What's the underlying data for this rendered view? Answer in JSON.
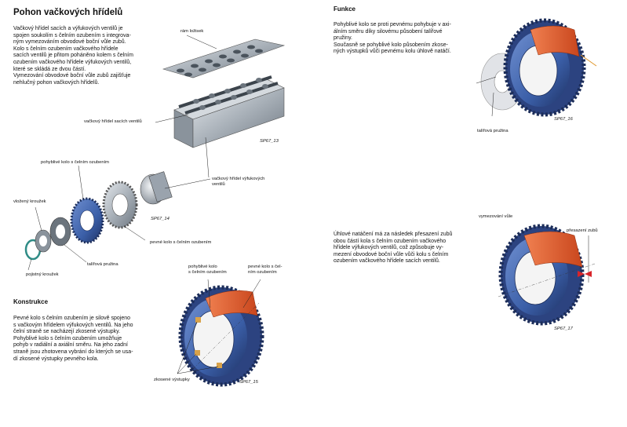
{
  "left": {
    "title": "Pohon vačkových hřídelů",
    "intro_lines": [
      "Vačkový hřídel sacích a výfukových ventilů je",
      "spojen soukolím s čelním ozubením s integrova-",
      "ným vymezováním obvodové boční vůle zubů.",
      "Kolo s čelním ozubením vačkového hřídele",
      "sacích ventilů je přitom poháněno kolem s čelním",
      "ozubením vačkového hřídele výfukových ventilů,",
      "které se skládá ze dvou částí.",
      "Vymezování obvodové boční vůle zubů zajišťuje",
      "nehlučný pohon vačkových hřídelů."
    ],
    "fig1": {
      "label_bearing_frame": "rám ložisek",
      "label_intake_camshaft": "vačkový hřídel sacích ventilů",
      "code": "SP67_13"
    },
    "fig2": {
      "label_movable_gear": "pohyblivé kolo s čelním ozubením",
      "label_exhaust_camshaft_1": "vačkový hřídel výfukových",
      "label_exhaust_camshaft_2": "ventilů",
      "label_insert_ring": "vložený kroužek",
      "label_fixed_gear": "pevné kolo s čelním ozubením",
      "label_disc_spring": "talířová pružina",
      "label_circlip": "pojistný kroužek",
      "code": "SP67_14"
    },
    "construction": {
      "heading": "Konstrukce",
      "lines": [
        "Pevné kolo s čelním ozubením je silově spojeno",
        "s vačkovým hřídelem výfukových ventilů. Na jeho",
        "čelní straně se nacházejí zkosené výstupky.",
        "Pohyblivé kolo s čelním ozubením umožňuje",
        "pohyb v radiální a axiální směru. Na jeho zadní",
        "straně jsou zhotovena vybrání do kterých se usa-",
        "dí zkosené výstupky pevného kola."
      ],
      "fig": {
        "label_movable_1": "pohyblivé kolo",
        "label_movable_2": "s čelním ozubením",
        "label_fixed_1": "pevné kolo s čel-",
        "label_fixed_2": "ním ozubením",
        "label_bevel": "zkosené výstupky",
        "code": "SP67_15"
      }
    }
  },
  "right": {
    "function": {
      "heading": "Funkce",
      "lines": [
        "Pohyblivé kolo se proti pevnému pohybuje v axi-",
        "álním směru díky silovému působení talířové",
        "pružiny.",
        "Současně se pohyblivé kolo působením zkose-",
        "ných výstupků vůči pevnému kolu úhlově natáčí."
      ],
      "fig": {
        "label_disc_spring": "talířová pružina",
        "code": "SP67_16"
      }
    },
    "backlash": {
      "fig_title": "vymezování vůle",
      "label_offset": "přesazení zubů",
      "lines": [
        "Úhlové natáčení má za následek přesazení zubů",
        "obou částí kola s čelním ozubením vačkového",
        "hřídele výfukových ventilů, což způsobuje vy-",
        "mezení obvodové boční vůle vůči kolu s čelním",
        "ozubením vačkového hřídele sacích ventilů."
      ],
      "code": "SP67_17"
    }
  },
  "colors": {
    "gear_blue": "#3b5fa8",
    "gear_dark": "#23386b",
    "orange": "#e2582b",
    "metal": "#9aa3ad",
    "arrow_red": "#d8242a"
  }
}
